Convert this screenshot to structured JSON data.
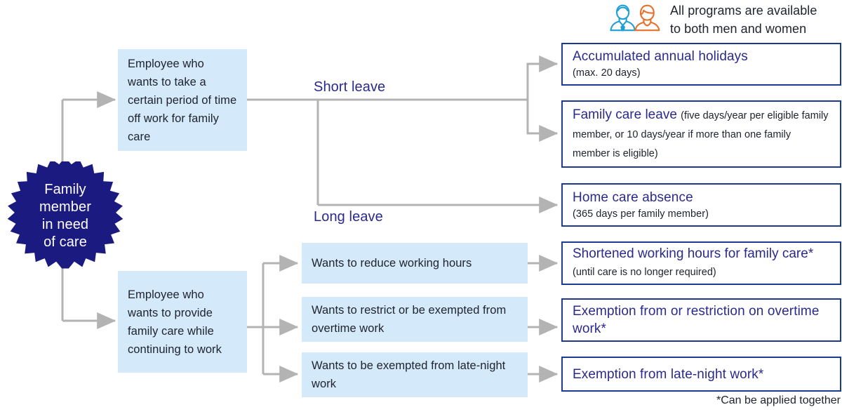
{
  "diagram": {
    "title_note": {
      "icon": "two-people-icon",
      "line1": "All programs are available",
      "line2": "to both men and women"
    },
    "root": {
      "shape": "starburst",
      "lines": [
        "Family",
        "member",
        "in need",
        "of care"
      ],
      "color": "#1a1a80"
    },
    "categories": [
      {
        "id": "time-off",
        "text": "Employee who wants to take a certain period of time off work for family care",
        "color": "#d4eafa"
      },
      {
        "id": "continue-work",
        "text": "Employee who wants to provide family care while continuing to work",
        "color": "#d4eafa"
      }
    ],
    "branch_labels": [
      {
        "id": "short-leave",
        "label": "Short leave"
      },
      {
        "id": "long-leave",
        "label": "Long leave"
      }
    ],
    "needs": [
      {
        "id": "reduce-hours",
        "text": "Wants to reduce working hours"
      },
      {
        "id": "restrict-overtime",
        "text": "Wants to restrict or be exempted from overtime work"
      },
      {
        "id": "exempt-late-night",
        "text": "Wants to be exempted from late-night work"
      }
    ],
    "programs": [
      {
        "id": "accumulated-annual-holidays",
        "title": "Accumulated annual holidays",
        "sub": "(max. 20 days)",
        "layout": "stacked"
      },
      {
        "id": "family-care-leave",
        "title": "Family care leave",
        "sub": "(five days/year per eligible family member, or 10 days/year if more than one family member is eligible)",
        "layout": "inline"
      },
      {
        "id": "home-care-absence",
        "title": "Home care absence",
        "sub": "(365 days per family member)",
        "layout": "stacked"
      },
      {
        "id": "shortened-working-hours",
        "title": "Shortened working hours for family care*",
        "sub": "(until care is no longer required)",
        "layout": "inline"
      },
      {
        "id": "exemption-overtime",
        "title": "Exemption from or restriction on overtime work*",
        "sub": "",
        "layout": "inline"
      },
      {
        "id": "exemption-late-night",
        "title": "Exemption from late-night work*",
        "sub": "",
        "layout": "inline"
      }
    ],
    "footnote": "*Can be applied together",
    "colors": {
      "navy": "#1a1a80",
      "box_border": "#1c3a8f",
      "title_text": "#2a2a8c",
      "light_blue": "#d4eafa",
      "connector": "#b3b3b3",
      "body_text": "#20242e",
      "icon_blue": "#1f9fd4",
      "icon_orange": "#e8702a"
    }
  }
}
